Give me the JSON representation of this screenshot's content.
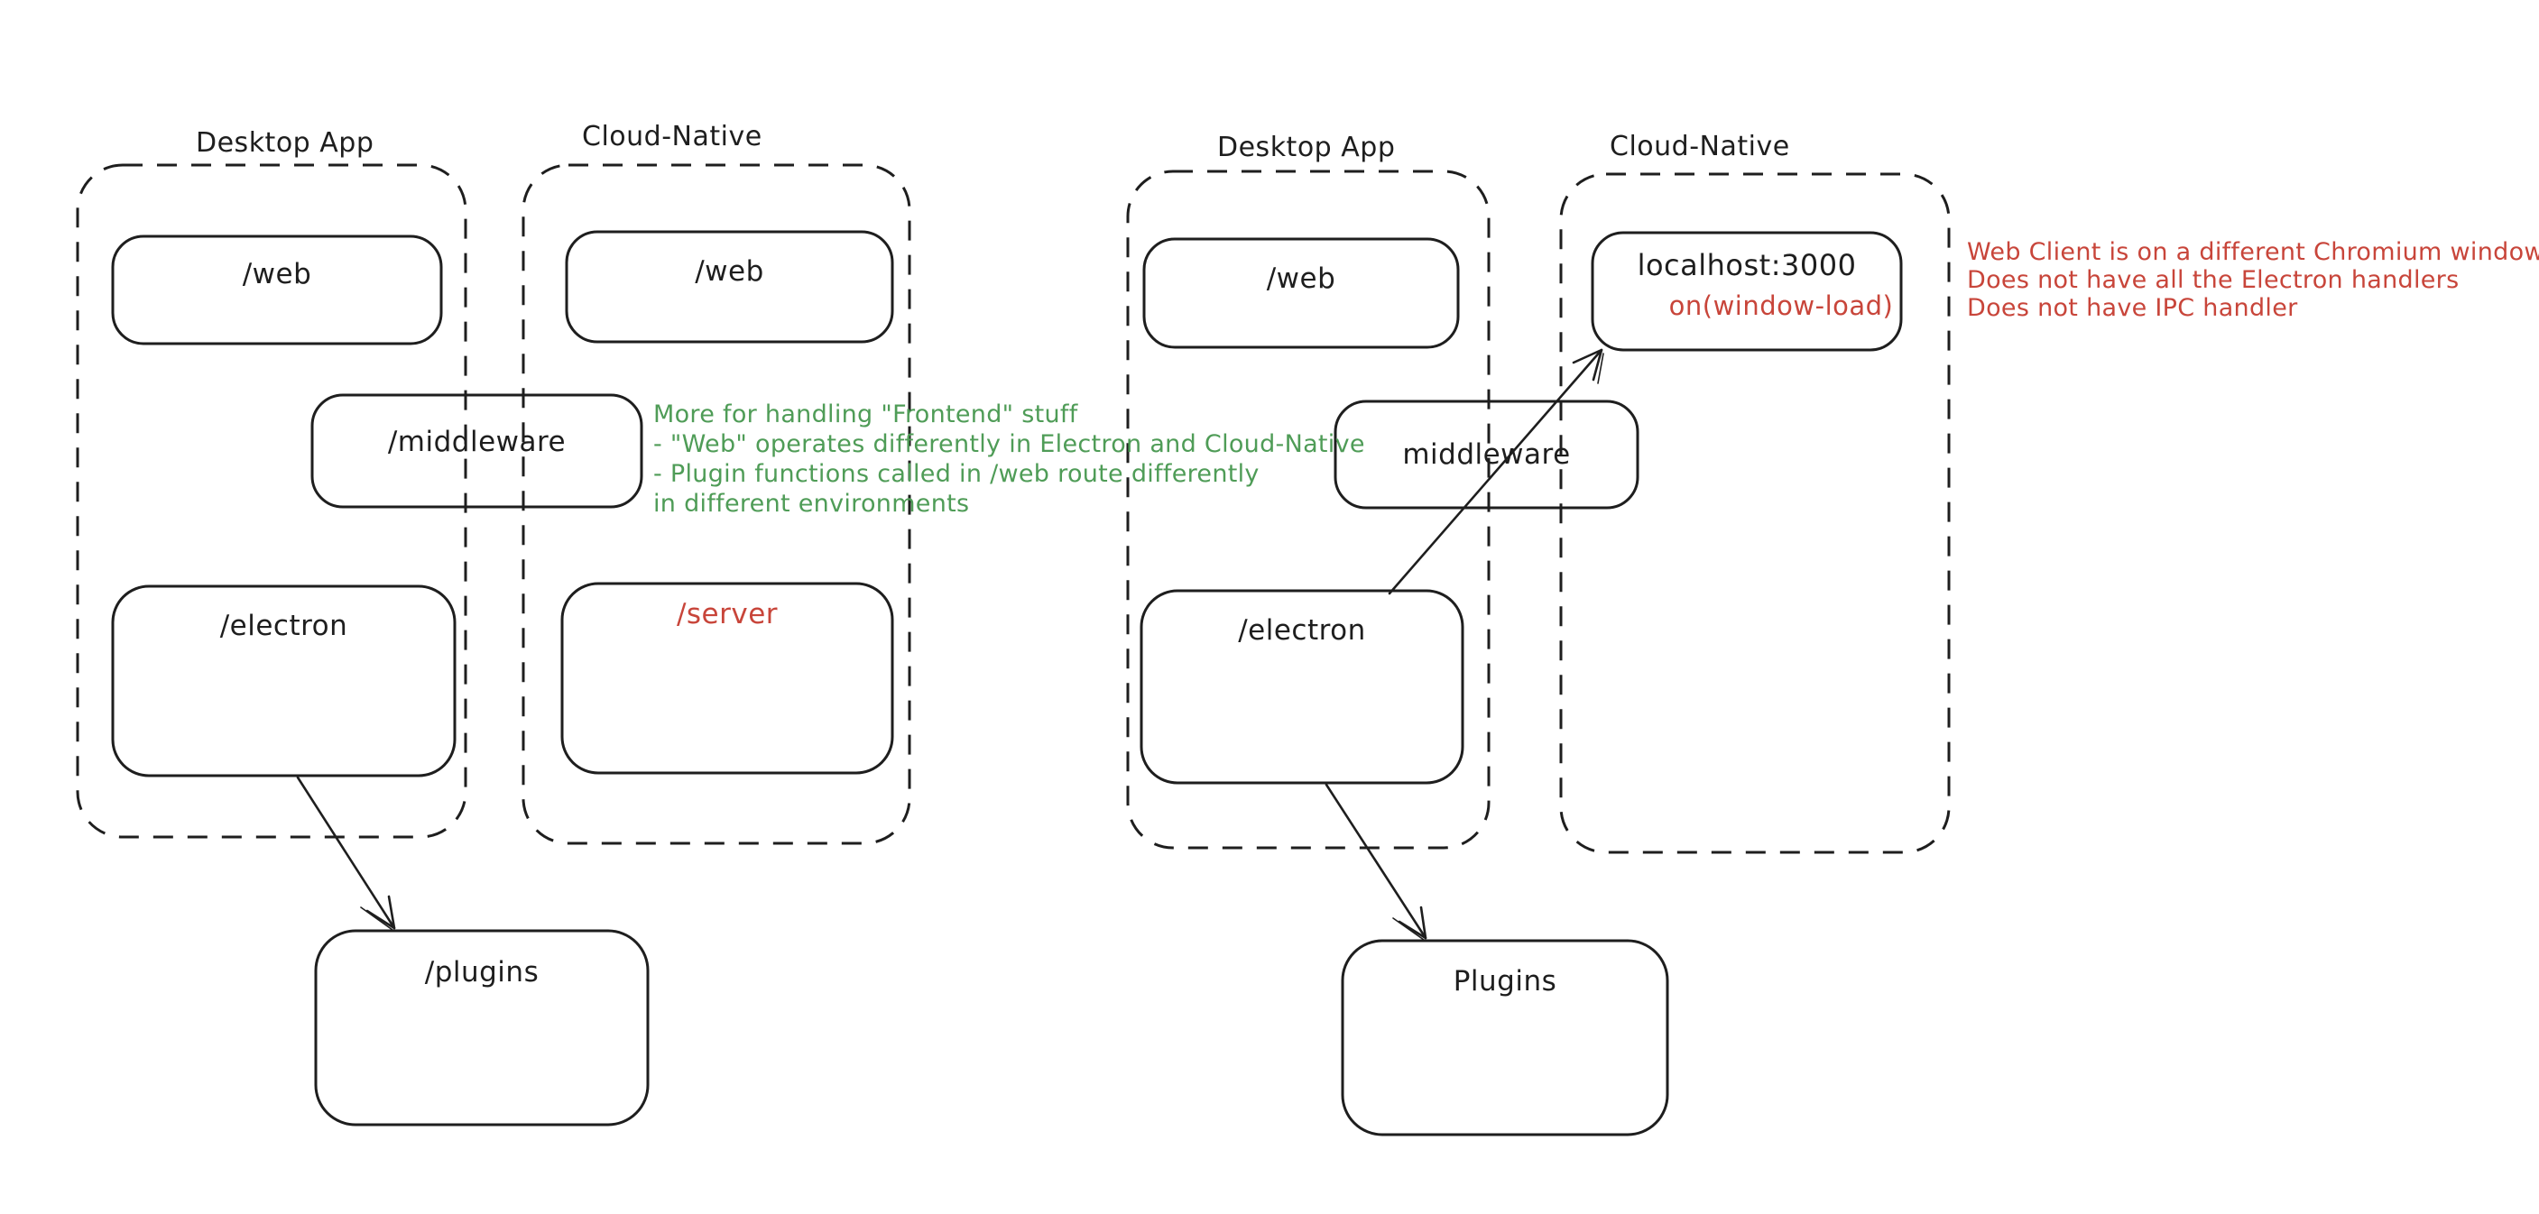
{
  "colors": {
    "stroke": "#1e1e1e",
    "green": "#4f9c57",
    "red": "#c8453a",
    "bg": "#ffffff"
  },
  "left": {
    "desktop_label": "Desktop App",
    "cloud_label": "Cloud-Native",
    "web_label": "/web",
    "middleware_label": "/middleware",
    "electron_label": "/electron",
    "cloud_web_label": "/web",
    "server_label": "/server",
    "plugins_label": "/plugins",
    "note_lines": [
      "More for handling \"Frontend\" stuff",
      "- \"Web\" operates differently in Electron and Cloud-Native",
      "- Plugin functions called in /web route differently",
      "in different environments"
    ]
  },
  "right": {
    "desktop_label": "Desktop App",
    "cloud_label": "Cloud-Native",
    "web_label": "/web",
    "middleware_label": "middleware",
    "electron_label": "/electron",
    "localhost_label": "localhost:3000",
    "window_load_label": "on(window-load)",
    "plugins_label": "Plugins",
    "note_lines": [
      "Web Client is on a different Chromium window",
      "Does not have all the Electron handlers",
      "Does not have IPC handler"
    ]
  }
}
